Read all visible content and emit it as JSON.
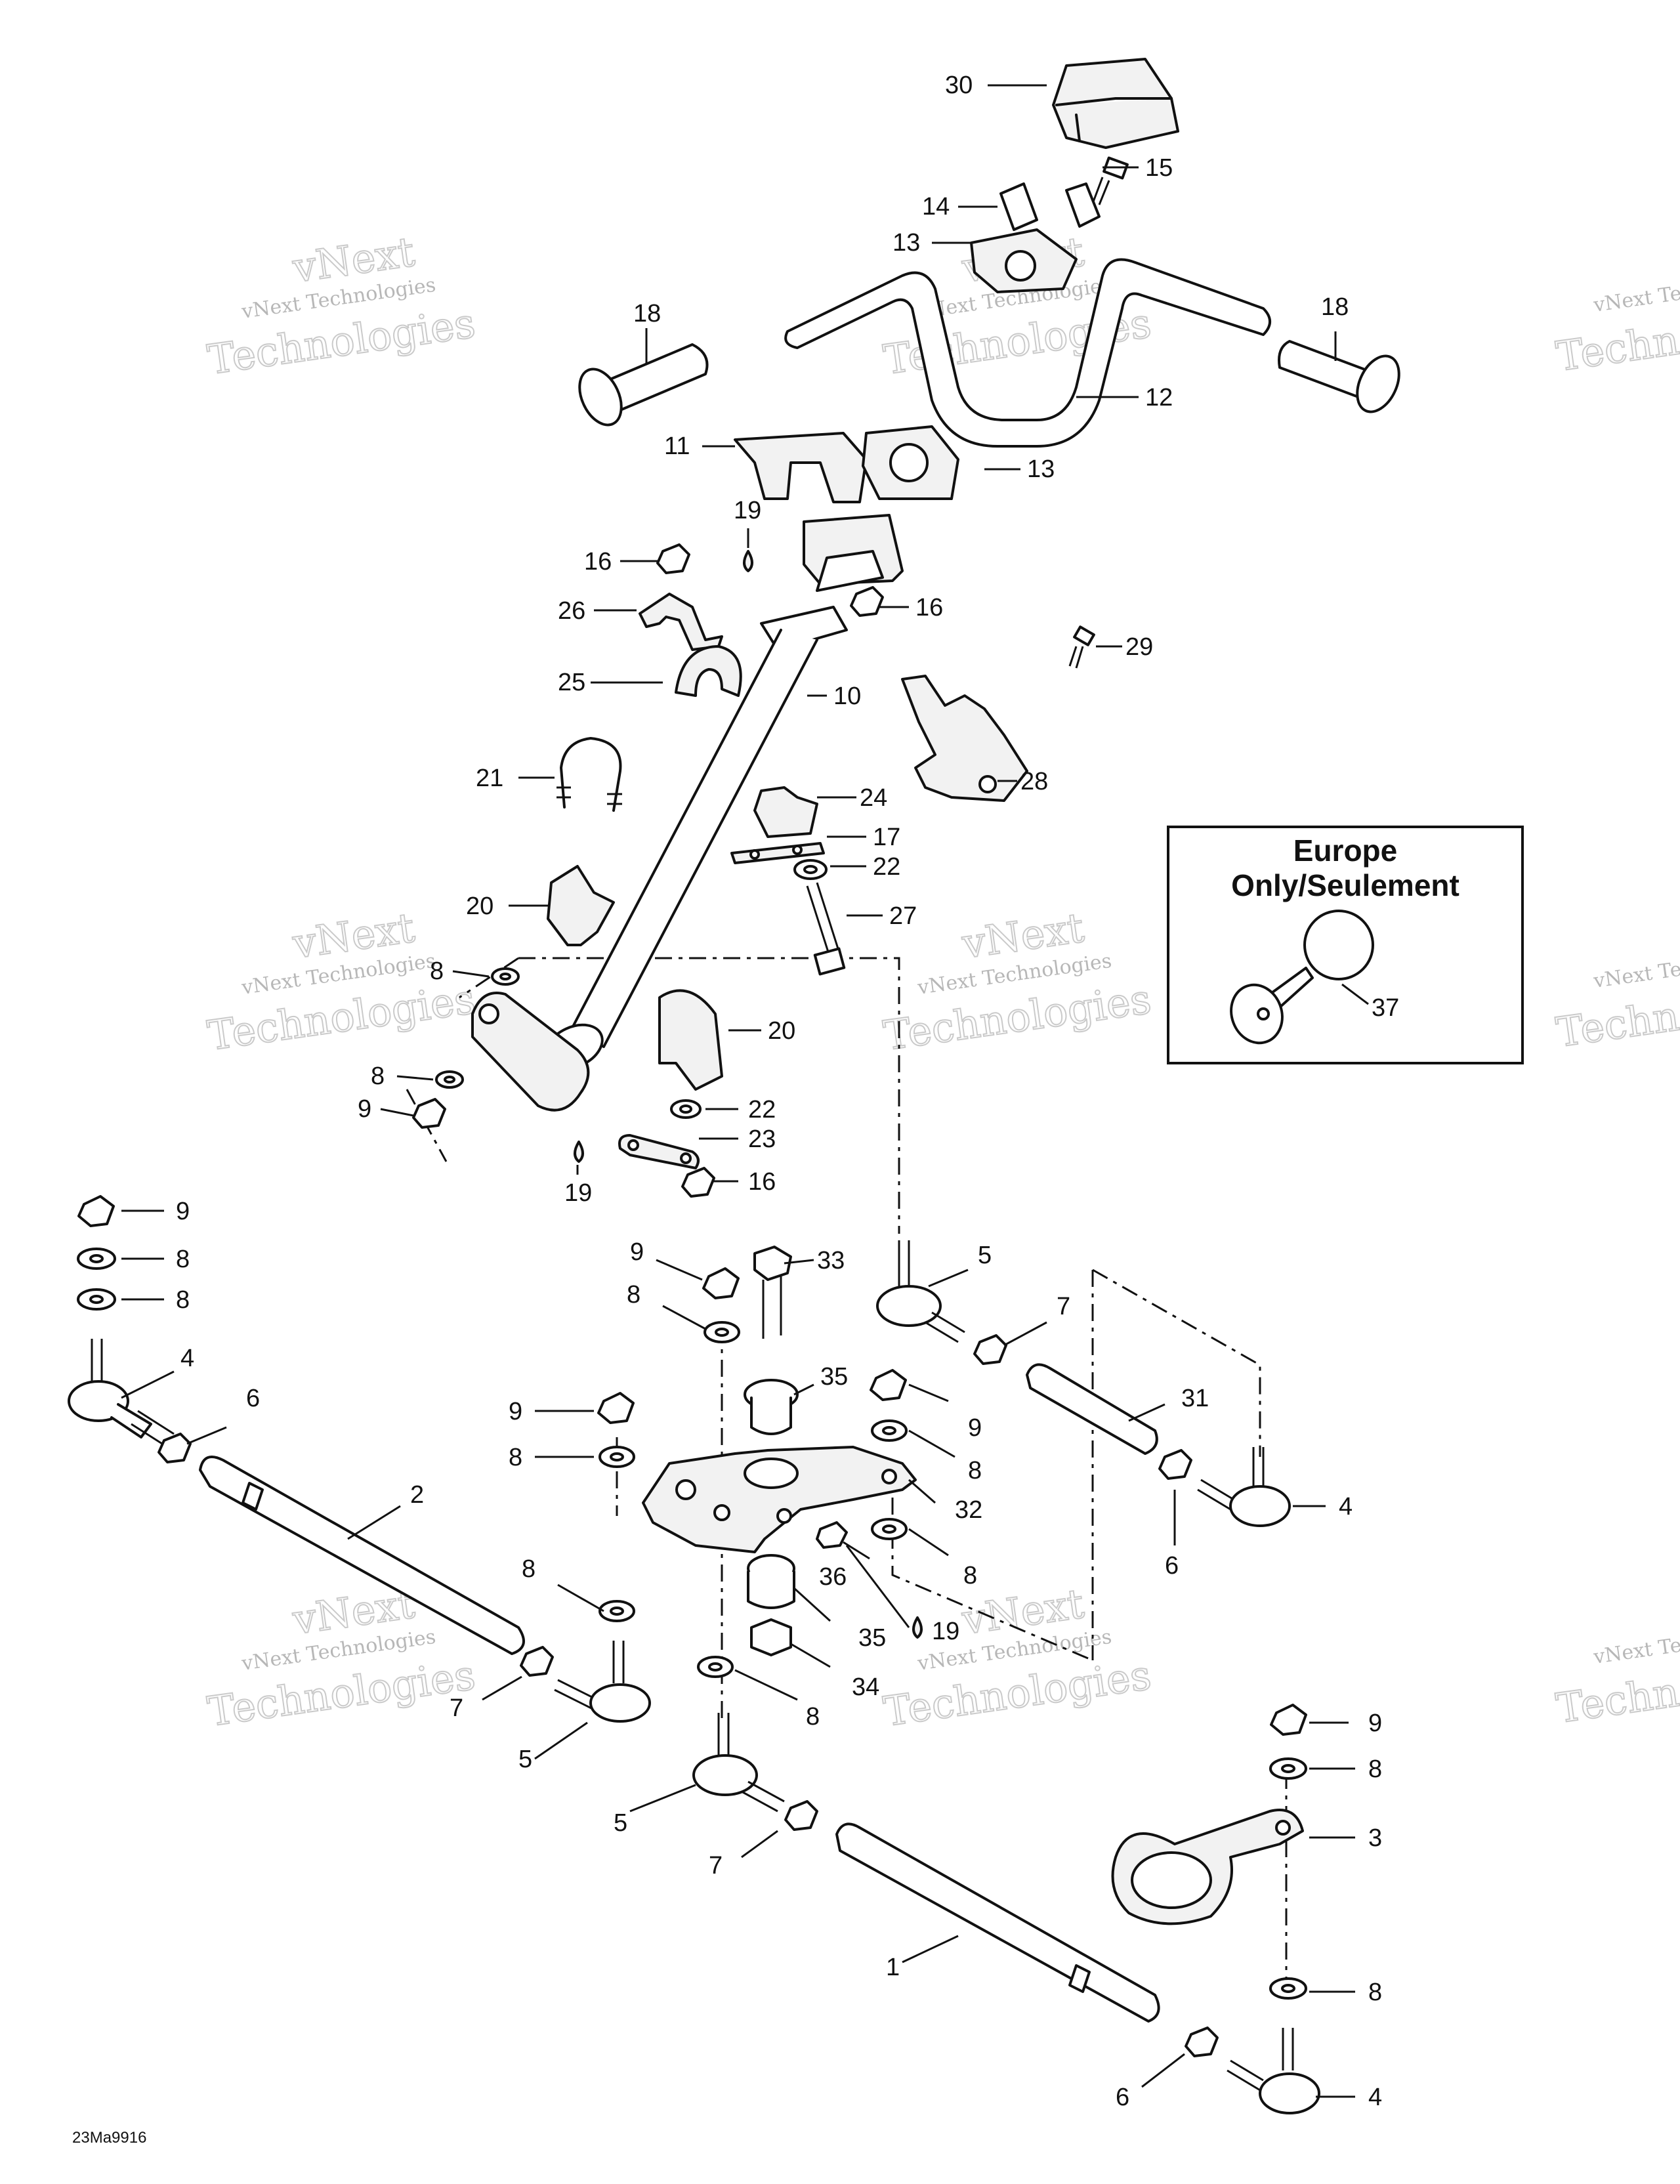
{
  "diagram_code": "23Ma9916",
  "inset": {
    "title_line1": "Europe",
    "title_line2": "Only/Seulement"
  },
  "watermark": {
    "line1": "vNext Technologies",
    "line2": "Technologies",
    "line3": "vNext"
  },
  "callouts": [
    {
      "id": "c30",
      "label": "30"
    },
    {
      "id": "c15",
      "label": "15"
    },
    {
      "id": "c14",
      "label": "14"
    },
    {
      "id": "c13a",
      "label": "13"
    },
    {
      "id": "c18a",
      "label": "18"
    },
    {
      "id": "c18b",
      "label": "18"
    },
    {
      "id": "c12",
      "label": "12"
    },
    {
      "id": "c11",
      "label": "11"
    },
    {
      "id": "c13b",
      "label": "13"
    },
    {
      "id": "c19a",
      "label": "19"
    },
    {
      "id": "c16a",
      "label": "16"
    },
    {
      "id": "c16b",
      "label": "16"
    },
    {
      "id": "c26",
      "label": "26"
    },
    {
      "id": "c29",
      "label": "29"
    },
    {
      "id": "c25",
      "label": "25"
    },
    {
      "id": "c10",
      "label": "10"
    },
    {
      "id": "c21",
      "label": "21"
    },
    {
      "id": "c28",
      "label": "28"
    },
    {
      "id": "c24",
      "label": "24"
    },
    {
      "id": "c17",
      "label": "17"
    },
    {
      "id": "c22a",
      "label": "22"
    },
    {
      "id": "c27",
      "label": "27"
    },
    {
      "id": "c20a",
      "label": "20"
    },
    {
      "id": "c37",
      "label": "37"
    },
    {
      "id": "c8a",
      "label": "8"
    },
    {
      "id": "c20b",
      "label": "20"
    },
    {
      "id": "c8b",
      "label": "8"
    },
    {
      "id": "c22b",
      "label": "22"
    },
    {
      "id": "c9a",
      "label": "9"
    },
    {
      "id": "c23",
      "label": "23"
    },
    {
      "id": "c16c",
      "label": "16"
    },
    {
      "id": "c19b",
      "label": "19"
    },
    {
      "id": "c9b",
      "label": "9"
    },
    {
      "id": "c8c",
      "label": "8"
    },
    {
      "id": "c8d",
      "label": "8"
    },
    {
      "id": "c9c",
      "label": "9"
    },
    {
      "id": "c33",
      "label": "33"
    },
    {
      "id": "c5a",
      "label": "5"
    },
    {
      "id": "c8e",
      "label": "8"
    },
    {
      "id": "c7a",
      "label": "7"
    },
    {
      "id": "c4a",
      "label": "4"
    },
    {
      "id": "c35a",
      "label": "35"
    },
    {
      "id": "c6a",
      "label": "6"
    },
    {
      "id": "c31",
      "label": "31"
    },
    {
      "id": "c9d",
      "label": "9"
    },
    {
      "id": "c9e",
      "label": "9"
    },
    {
      "id": "c8f",
      "label": "8"
    },
    {
      "id": "c8g",
      "label": "8"
    },
    {
      "id": "c2",
      "label": "2"
    },
    {
      "id": "c32",
      "label": "32"
    },
    {
      "id": "c4b",
      "label": "4"
    },
    {
      "id": "c8h",
      "label": "8"
    },
    {
      "id": "c6b",
      "label": "6"
    },
    {
      "id": "c36",
      "label": "36"
    },
    {
      "id": "c8i",
      "label": "8"
    },
    {
      "id": "c35b",
      "label": "35"
    },
    {
      "id": "c19c",
      "label": "19"
    },
    {
      "id": "c34",
      "label": "34"
    },
    {
      "id": "c7b",
      "label": "7"
    },
    {
      "id": "c8j",
      "label": "8"
    },
    {
      "id": "c5b",
      "label": "5"
    },
    {
      "id": "c9f",
      "label": "9"
    },
    {
      "id": "c8k",
      "label": "8"
    },
    {
      "id": "c5c",
      "label": "5"
    },
    {
      "id": "c3",
      "label": "3"
    },
    {
      "id": "c7c",
      "label": "7"
    },
    {
      "id": "c1",
      "label": "1"
    },
    {
      "id": "c8l",
      "label": "8"
    },
    {
      "id": "c6c",
      "label": "6"
    },
    {
      "id": "c4c",
      "label": "4"
    }
  ]
}
